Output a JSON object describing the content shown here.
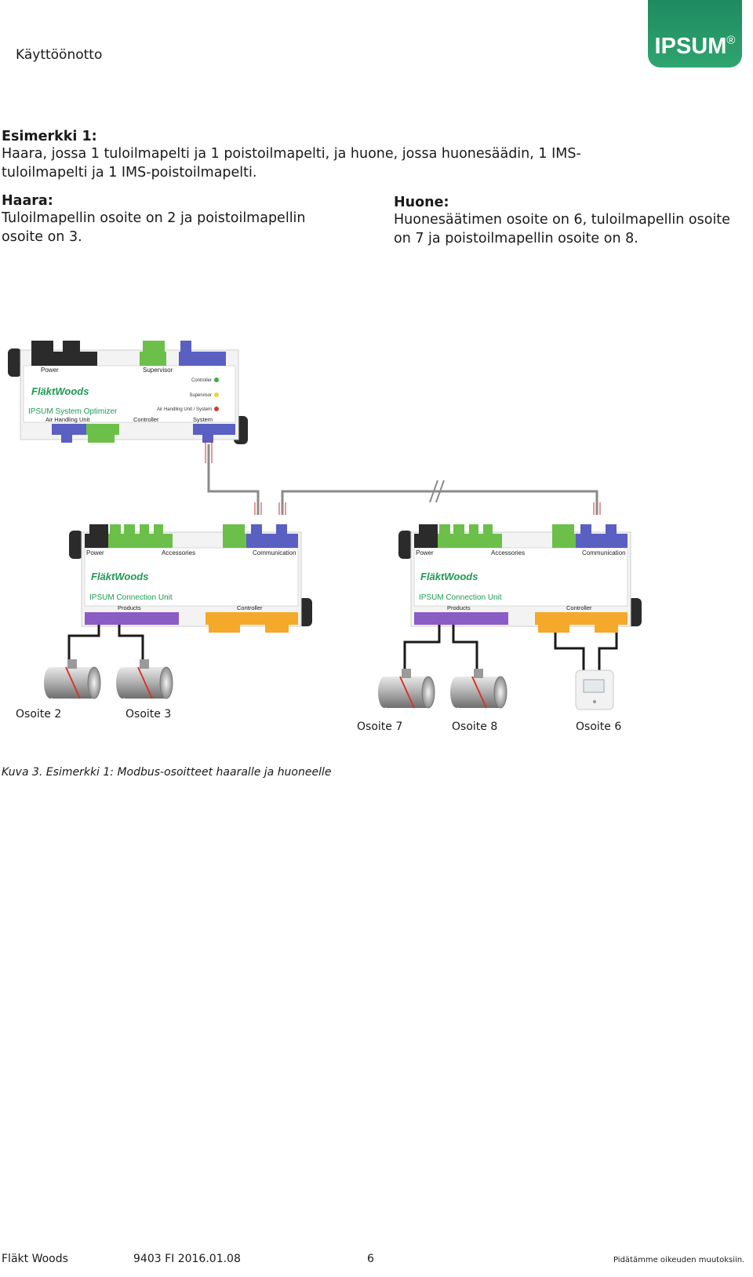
{
  "header": {
    "section": "Käyttöönotto",
    "logo_text": "IPSUM",
    "logo_mark": "®"
  },
  "intro": {
    "title": "Esimerkki 1:",
    "text": "Haara, jossa 1 tuloilmapelti ja 1 poistoilmapelti, ja huone, jossa huonesäädin, 1 IMS-tuloilmapelti ja 1 IMS-poistoilmapelti."
  },
  "branch": {
    "title": "Haara:",
    "text": "Tuloilmapellin osoite on 2 ja poistoilmapellin osoite on 3."
  },
  "room": {
    "title": "Huone:",
    "text": "Huonesäätimen osoite on 6, tuloilmapellin osoite on 7 ja poistoilmapellin osoite on 8."
  },
  "diagram": {
    "optimizer": {
      "brand": "FläktWoods",
      "name": "IPSUM System Optimizer",
      "top_labels": [
        "Power",
        "Supervisor"
      ],
      "bottom_labels": [
        "Air Handling Unit",
        "Controller",
        "System"
      ],
      "leds": [
        "Controller",
        "Supervisor",
        "Air Handling Unit / System"
      ],
      "led_colors": [
        "#3cae3c",
        "#f0d43a",
        "#d83a2e"
      ]
    },
    "unit_left": {
      "brand": "FläktWoods",
      "name": "IPSUM Connection Unit",
      "top_labels": [
        "Power",
        "Accessories",
        "Communication"
      ],
      "bottom_labels": [
        "Products",
        "Controller"
      ]
    },
    "unit_right": {
      "brand": "FläktWoods",
      "name": "IPSUM Connection Unit",
      "top_labels": [
        "Power",
        "Accessories",
        "Communication"
      ],
      "bottom_labels": [
        "Products",
        "Controller"
      ]
    },
    "labels": {
      "a2": "Osoite 2",
      "a3": "Osoite 3",
      "a7": "Osoite 7",
      "a8": "Osoite 8",
      "a6": "Osoite 6"
    },
    "colors": {
      "green": "#6cc04a",
      "blue": "#5a5fc2",
      "purple": "#8a5cc6",
      "orange": "#f4a92a",
      "dark": "#2b2b2b",
      "cable": "#8a8a8a"
    }
  },
  "caption": "Kuva 3. Esimerkki 1: Modbus-osoitteet haaralle ja huoneelle",
  "footer": {
    "company": "Fläkt Woods",
    "doc": "9403 FI 2016.01.08",
    "page": "6",
    "rights": "Pidätämme oikeuden muutoksiin."
  }
}
